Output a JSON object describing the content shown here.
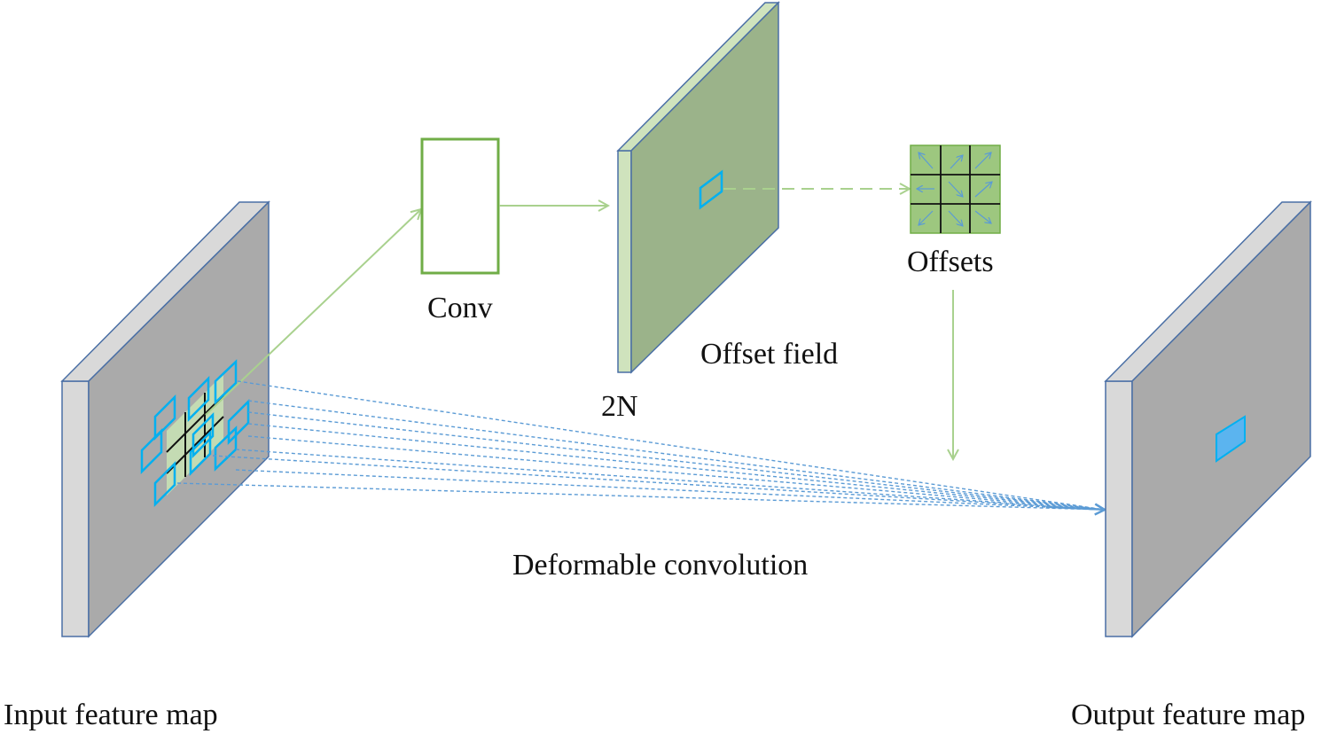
{
  "labels": {
    "input": "Input feature map",
    "conv": "Conv",
    "channels": "2N",
    "offset_field": "Offset field",
    "offsets": "Offsets",
    "deformable": "Deformable convolution",
    "output": "Output feature map"
  },
  "colors": {
    "background": "#ffffff",
    "map_face": "#aaaaaa",
    "map_side": "#d9d9d9",
    "map_stroke": "#4a6fa5",
    "offset_field_face": "#9bb38a",
    "offset_field_side": "#cfe3bd",
    "conv_stroke": "#70ad47",
    "arrow_green": "#a9d18e",
    "sample_blue": "#00b0f0",
    "dashed_blue": "#5b9bd5",
    "grid_fill": "#c6e0b4",
    "offsets_fill": "#9dc77f"
  }
}
